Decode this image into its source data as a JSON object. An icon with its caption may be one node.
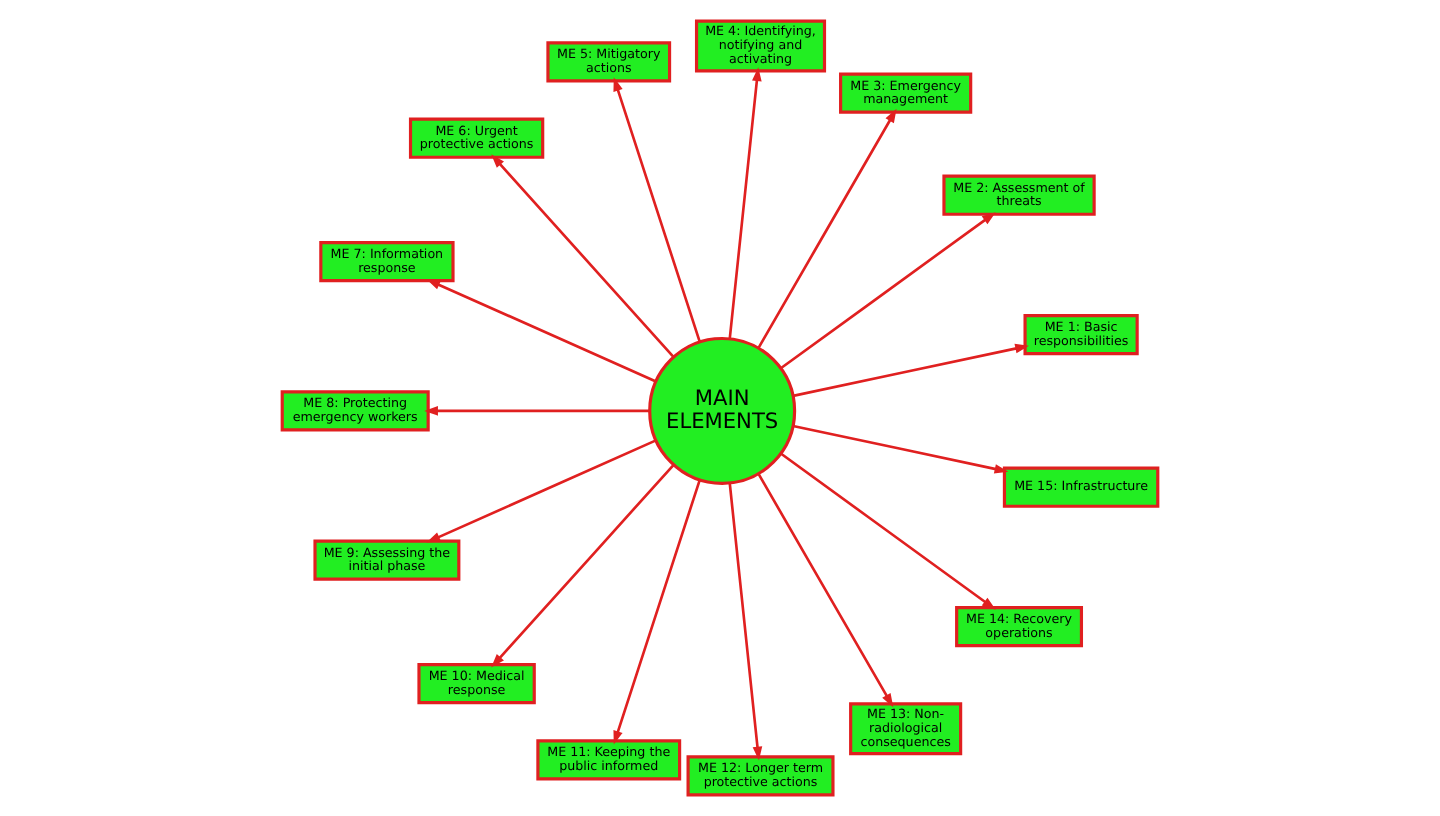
{
  "diagram": {
    "nodes": [
      {
        "text": [
          "MAIN ELEMENTS"
        ]
      },
      {
        "text": [
          "ME 1: Basic responsibilities"
        ]
      },
      {
        "text": [
          "ME 2: Assessment of threats"
        ]
      },
      {
        "text": [
          "ME 3: Emergency management"
        ]
      },
      {
        "text": [
          "ME 4: Identifying, notifying and activating"
        ]
      },
      {
        "text": [
          "ME 5: Mitigatory actions"
        ]
      },
      {
        "text": [
          "ME 6: Urgent protective actions"
        ]
      },
      {
        "text": [
          "ME 7: Information response"
        ]
      },
      {
        "text": [
          "ME 8: Protecting emergency workers"
        ]
      },
      {
        "text": [
          "ME 9: Assessing the initial phase"
        ]
      },
      {
        "text": [
          "ME 10: Medical response"
        ]
      },
      {
        "text": [
          "ME 11: Keeping the public informed"
        ]
      },
      {
        "text": [
          "ME 12: Longer term protective actions"
        ]
      },
      {
        "text": [
          "ME 13: Non-radiological consequences"
        ]
      },
      {
        "text": [
          "ME 14: Recovery operations"
        ]
      },
      {
        "text": [
          "ME 15: Infrastructure"
        ]
      }
    ],
    "edges": [
      {
        "from": 0,
        "to": 1,
        "arrow": "to"
      },
      {
        "from": 0,
        "to": 2,
        "arrow": "to"
      },
      {
        "from": 0,
        "to": 3,
        "arrow": "to"
      },
      {
        "from": 0,
        "to": 4,
        "arrow": "to"
      },
      {
        "from": 0,
        "to": 5,
        "arrow": "to"
      },
      {
        "from": 0,
        "to": 6,
        "arrow": "to"
      },
      {
        "from": 0,
        "to": 7,
        "arrow": "to"
      },
      {
        "from": 0,
        "to": 8,
        "arrow": "to"
      },
      {
        "from": 0,
        "to": 9,
        "arrow": "to"
      },
      {
        "from": 0,
        "to": 10,
        "arrow": "to"
      },
      {
        "from": 0,
        "to": 11,
        "arrow": "to"
      },
      {
        "from": 0,
        "to": 12,
        "arrow": "to"
      },
      {
        "from": 0,
        "to": 13,
        "arrow": "to"
      },
      {
        "from": 0,
        "to": 14,
        "arrow": "to"
      },
      {
        "from": 0,
        "to": 15,
        "arrow": "to"
      }
    ]
  }
}
